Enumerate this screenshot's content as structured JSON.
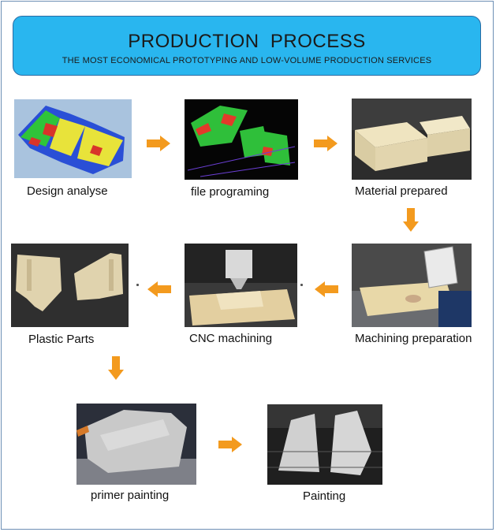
{
  "header": {
    "title": "PRODUCTION  PROCESS",
    "subtitle": "THE MOST ECONOMICAL PROTOTYPING AND LOW-VOLUME PRODUCTION SERVICES"
  },
  "steps": [
    {
      "label": "Design analyse",
      "icon": "cad-model-image"
    },
    {
      "label": "file programing",
      "icon": "toolpath-image"
    },
    {
      "label": "Material prepared",
      "icon": "material-blocks-image"
    },
    {
      "label": "Machining preparation",
      "icon": "machine-setup-image"
    },
    {
      "label": "CNC machining",
      "icon": "cnc-machine-image"
    },
    {
      "label": "Plastic Parts",
      "icon": "plastic-parts-image"
    },
    {
      "label": "primer painting",
      "icon": "primer-parts-image"
    },
    {
      "label": "Painting",
      "icon": "painted-parts-image"
    }
  ],
  "colors": {
    "banner": "#29b6ef",
    "arrow": "#f39a1e"
  }
}
